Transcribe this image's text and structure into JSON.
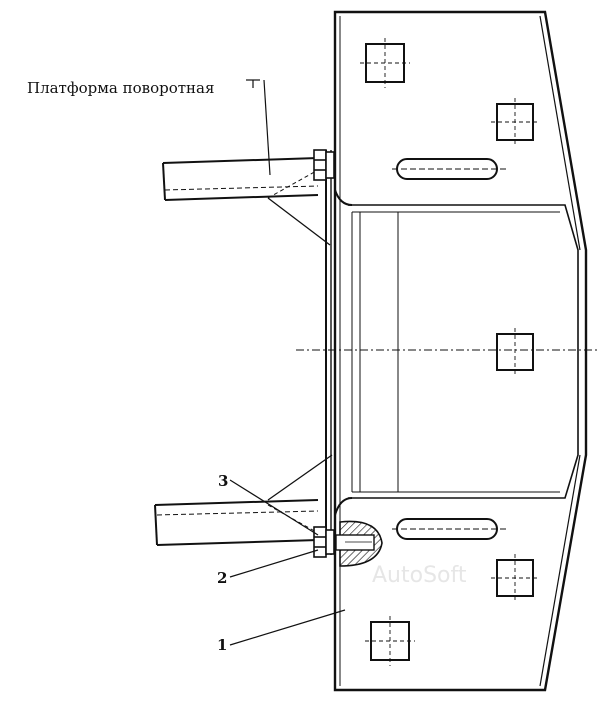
{
  "labels": {
    "platform": "Платформа поворотная",
    "callout_1": "1",
    "callout_2": "2",
    "callout_3": "3"
  },
  "watermark": "AutoSoft"
}
